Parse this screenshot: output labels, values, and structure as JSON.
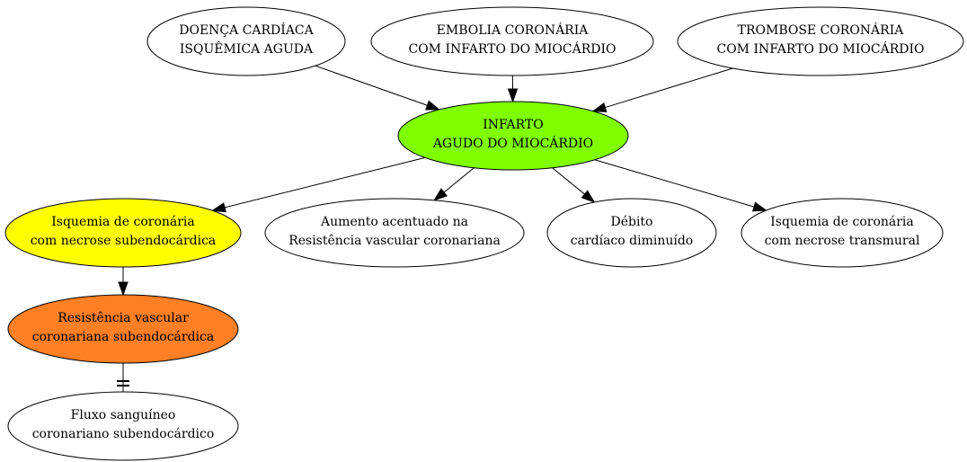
{
  "nodes": [
    {
      "id": "doenca",
      "lines": [
        "DOENÇA CARDÍACA",
        "ISQUÊMICA AGUDA"
      ],
      "fill": "#ffffff"
    },
    {
      "id": "embolia",
      "lines": [
        "EMBOLIA CORONÁRIA",
        "COM INFARTO DO MIOCÁRDIO"
      ],
      "fill": "#ffffff"
    },
    {
      "id": "trombose",
      "lines": [
        "TROMBOSE CORONÁRIA",
        "COM INFARTO DO MIOCÁRDIO"
      ],
      "fill": "#ffffff"
    },
    {
      "id": "infarto",
      "lines": [
        "INFARTO",
        "AGUDO DO MIOCÁRDIO"
      ],
      "fill": "#7fff00"
    },
    {
      "id": "isq_sub",
      "lines": [
        "Isquemia de coronária",
        "com necrose subendocárdica"
      ],
      "fill": "#ffff00"
    },
    {
      "id": "aumento",
      "lines": [
        "Aumento acentuado na",
        "Resistência vascular coronariana"
      ],
      "fill": "#ffffff"
    },
    {
      "id": "debito",
      "lines": [
        "Débito",
        "cardíaco diminuído"
      ],
      "fill": "#ffffff"
    },
    {
      "id": "isq_trans",
      "lines": [
        "Isquemia de coronária",
        "com necrose transmural"
      ],
      "fill": "#ffffff"
    },
    {
      "id": "resist",
      "lines": [
        "Resistência vascular",
        "coronariana subendocárdica"
      ],
      "fill": "#ff7f24"
    },
    {
      "id": "fluxo",
      "lines": [
        "Fluxo sanguíneo",
        "coronariano subendocárdico"
      ],
      "fill": "#ffffff"
    }
  ],
  "edges": [
    {
      "from": "doenca",
      "to": "infarto",
      "style": "arrow"
    },
    {
      "from": "embolia",
      "to": "infarto",
      "style": "arrow"
    },
    {
      "from": "trombose",
      "to": "infarto",
      "style": "arrow"
    },
    {
      "from": "infarto",
      "to": "isq_sub",
      "style": "arrow"
    },
    {
      "from": "infarto",
      "to": "aumento",
      "style": "arrow"
    },
    {
      "from": "infarto",
      "to": "debito",
      "style": "arrow"
    },
    {
      "from": "infarto",
      "to": "isq_trans",
      "style": "arrow"
    },
    {
      "from": "isq_sub",
      "to": "resist",
      "style": "arrow"
    },
    {
      "from": "resist",
      "to": "fluxo",
      "style": "tee"
    }
  ]
}
